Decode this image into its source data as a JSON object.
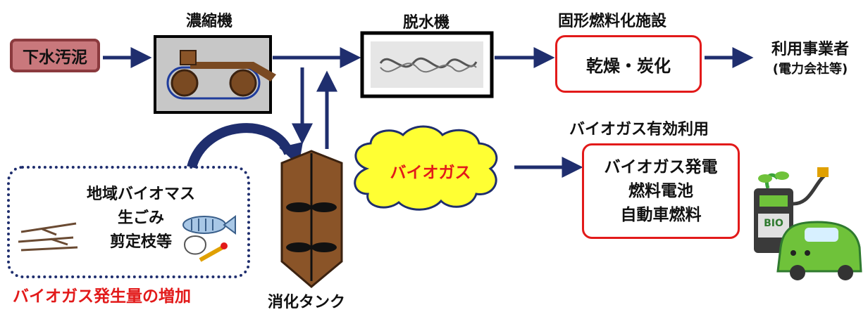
{
  "source": {
    "label": "下水汚泥"
  },
  "thickener": {
    "label": "濃縮機"
  },
  "dewaterer": {
    "label": "脱水機"
  },
  "fuel_facility": {
    "title": "固形燃料化施設",
    "box": "乾燥・炭化"
  },
  "users": {
    "line1": "利用事業者",
    "line2": "(電力会社等)"
  },
  "biogas": {
    "cloud": "バイオガス"
  },
  "biogas_use": {
    "title": "バイオガス有効利用",
    "line1": "バイオガス発電",
    "line2": "燃料電池",
    "line3": "自動車燃料"
  },
  "biomass": {
    "line1": "地域バイオマス",
    "line2": "生ごみ",
    "line3": "剪定枝等",
    "caption": "バイオガス発生量の増加"
  },
  "digester": {
    "label": "消化タンク"
  },
  "pump_badge": {
    "label": "BIO"
  },
  "colors": {
    "arrow": "#1f2e6e",
    "red": "#e21a1a",
    "cloud": "#ffff33",
    "digester": "#8a5428",
    "source_fill": "#c9787c"
  }
}
